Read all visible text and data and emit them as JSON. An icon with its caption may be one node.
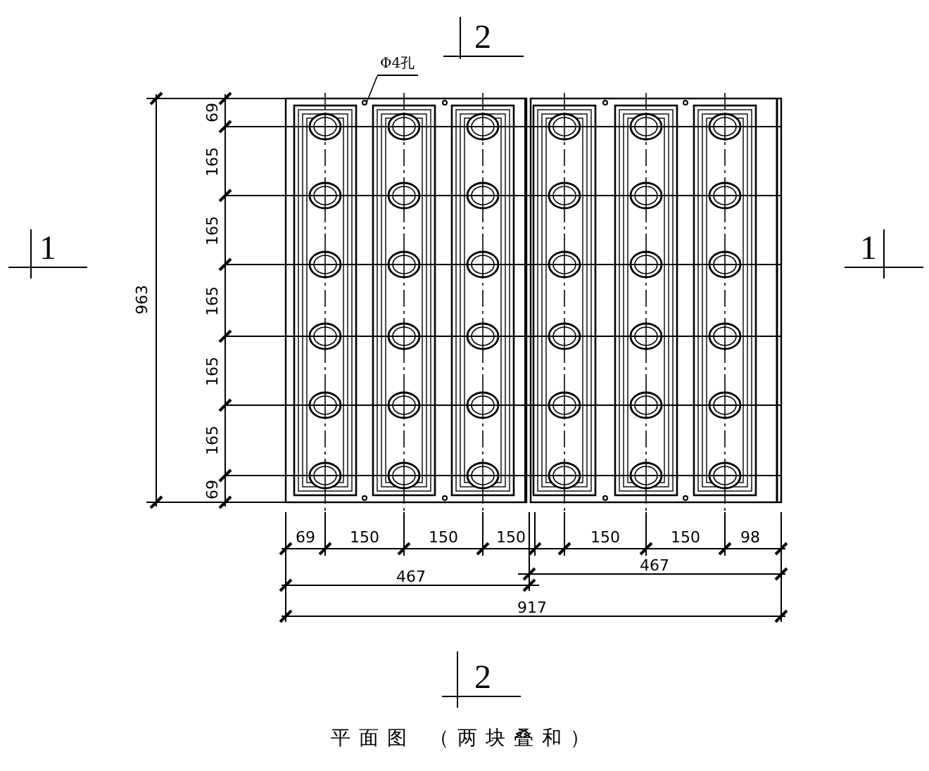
{
  "diagram": {
    "caption": "平面图 （两块叠和）",
    "nodes": [
      {
        "text": [
          "Φ4孔"
        ]
      },
      {
        "text": [],
        "shape": "circle"
      }
    ],
    "edges": [
      {
        "from": 0,
        "to": 1,
        "arrow": "none"
      }
    ],
    "labels": [
      "2",
      "963",
      "69",
      "165",
      "165",
      "165",
      "165",
      "165",
      "69",
      "1",
      "1",
      "69",
      "150",
      "150",
      "150",
      "150",
      "150",
      "98",
      "467",
      "467",
      "917",
      "2"
    ]
  }
}
